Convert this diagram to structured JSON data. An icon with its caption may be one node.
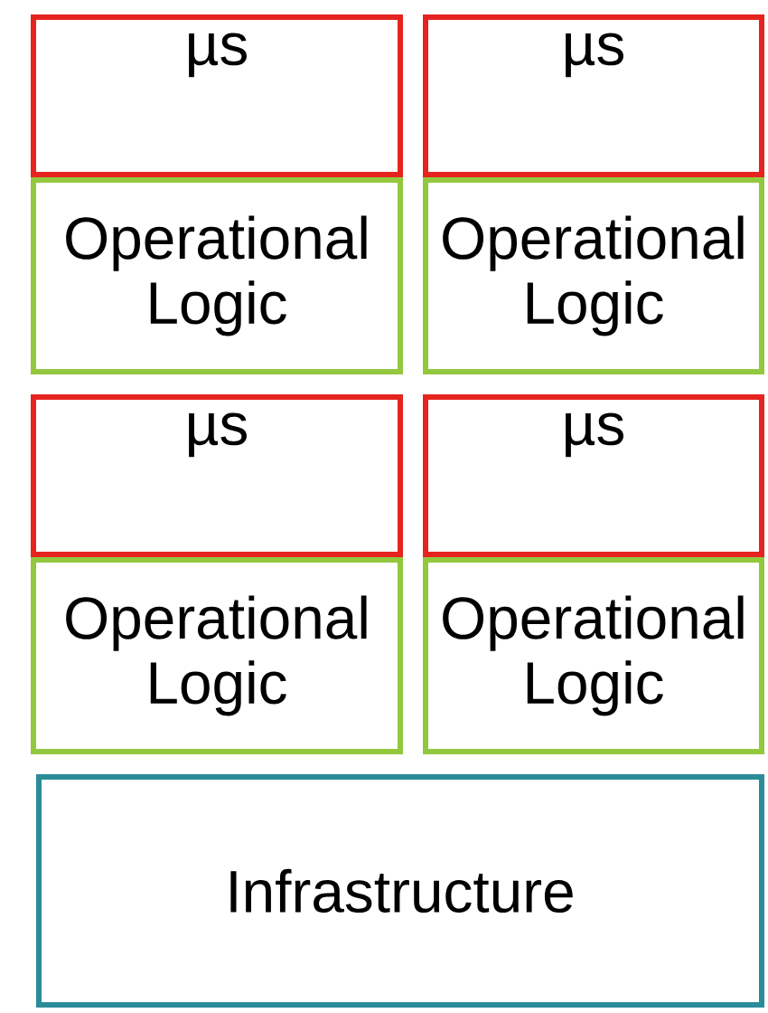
{
  "diagram": {
    "nodes": [
      {
        "text": [
          "µs"
        ]
      },
      {
        "text": [
          "µs"
        ]
      },
      {
        "text": [
          "Operational Logic"
        ]
      },
      {
        "text": [
          "Operational Logic"
        ]
      },
      {
        "text": [
          "µs"
        ]
      },
      {
        "text": [
          "µs"
        ]
      },
      {
        "text": [
          "Operational Logic"
        ]
      },
      {
        "text": [
          "Operational Logic"
        ]
      },
      {
        "text": [
          "Infrastructure"
        ]
      }
    ]
  }
}
